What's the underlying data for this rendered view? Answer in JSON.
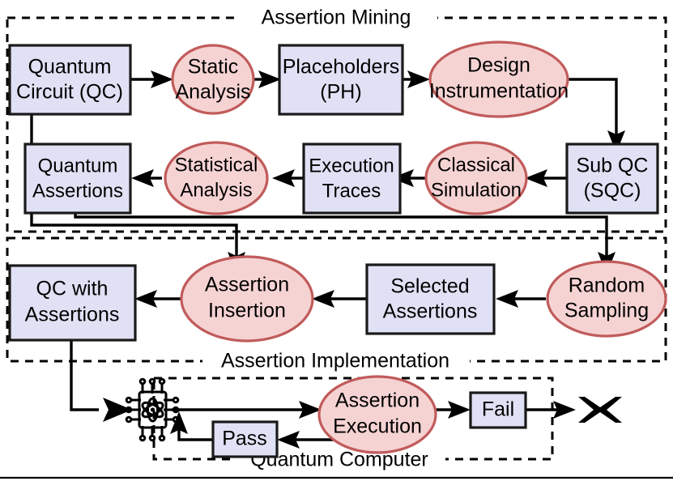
{
  "diagram": {
    "title": "Assertion Mining and Implementation Flow",
    "colors": {
      "box_fill": "#e1e1f5",
      "box_stroke": "#1a1a1a",
      "ellipse_fill": "#f6d3d3",
      "ellipse_stroke": "#c15b5b",
      "edge": "#000000",
      "background": "#ffffff"
    },
    "groups": [
      {
        "id": "assertion-mining",
        "label": "Assertion Mining",
        "label_position": "top-center"
      },
      {
        "id": "assertion-implementation",
        "label": "Assertion Implementation",
        "label_position": "bottom-center"
      },
      {
        "id": "quantum-computer",
        "label": "Quantum Computer",
        "label_position": "bottom-center"
      }
    ],
    "nodes": {
      "quantum_circuit": {
        "label_line1": "Quantum",
        "label_line2": "Circuit (QC)",
        "shape": "box",
        "group": "assertion-mining"
      },
      "static_analysis": {
        "label_line1": "Static",
        "label_line2": "Analysis",
        "shape": "ellipse",
        "group": "assertion-mining"
      },
      "placeholders": {
        "label_line1": "Placeholders",
        "label_line2": "(PH)",
        "shape": "box",
        "group": "assertion-mining"
      },
      "design_instrumentation": {
        "label_line1": "Design",
        "label_line2": "Instrumentation",
        "shape": "ellipse",
        "group": "assertion-mining"
      },
      "sub_qc": {
        "label_line1": "Sub QC",
        "label_line2": "(SQC)",
        "shape": "box",
        "group": "assertion-mining"
      },
      "classical_simulation": {
        "label_line1": "Classical",
        "label_line2": "Simulation",
        "shape": "ellipse",
        "group": "assertion-mining"
      },
      "execution_traces": {
        "label_line1": "Execution",
        "label_line2": "Traces",
        "shape": "box",
        "group": "assertion-mining"
      },
      "statistical_analysis": {
        "label_line1": "Statistical",
        "label_line2": "Analysis",
        "shape": "ellipse",
        "group": "assertion-mining"
      },
      "quantum_assertions": {
        "label_line1": "Quantum",
        "label_line2": "Assertions",
        "shape": "box",
        "group": "assertion-mining"
      },
      "random_sampling": {
        "label_line1": "Random",
        "label_line2": "Sampling",
        "shape": "ellipse",
        "group": "assertion-implementation"
      },
      "selected_assertions": {
        "label_line1": "Selected",
        "label_line2": "Assertions",
        "shape": "box",
        "group": "assertion-implementation"
      },
      "assertion_insertion": {
        "label_line1": "Assertion",
        "label_line2": "Insertion",
        "shape": "ellipse",
        "group": "assertion-implementation"
      },
      "qc_with_assertions": {
        "label_line1": "QC with",
        "label_line2": "Assertions",
        "shape": "box",
        "group": "assertion-implementation"
      },
      "quantum_chip": {
        "label_line1": "",
        "label_line2": "",
        "shape": "icon",
        "icon": "quantum-chip-icon",
        "group": "quantum-computer"
      },
      "assertion_execution": {
        "label_line1": "Assertion",
        "label_line2": "Execution",
        "shape": "ellipse",
        "group": "quantum-computer"
      },
      "pass": {
        "label_line1": "Pass",
        "label_line2": "",
        "shape": "box",
        "group": "quantum-computer"
      },
      "fail": {
        "label_line1": "Fail",
        "label_line2": "",
        "shape": "box",
        "group": "quantum-computer"
      },
      "terminator": {
        "label_line1": "",
        "label_line2": "",
        "shape": "icon",
        "icon": "cross-terminator-icon",
        "group": "none"
      }
    },
    "edges": [
      {
        "from": "quantum_circuit",
        "to": "static_analysis"
      },
      {
        "from": "static_analysis",
        "to": "placeholders"
      },
      {
        "from": "placeholders",
        "to": "design_instrumentation"
      },
      {
        "from": "design_instrumentation",
        "to": "sub_qc"
      },
      {
        "from": "sub_qc",
        "to": "classical_simulation"
      },
      {
        "from": "classical_simulation",
        "to": "execution_traces"
      },
      {
        "from": "execution_traces",
        "to": "statistical_analysis"
      },
      {
        "from": "statistical_analysis",
        "to": "quantum_assertions"
      },
      {
        "from": "quantum_circuit",
        "to": "assertion_insertion"
      },
      {
        "from": "quantum_assertions",
        "to": "random_sampling"
      },
      {
        "from": "random_sampling",
        "to": "selected_assertions"
      },
      {
        "from": "selected_assertions",
        "to": "assertion_insertion"
      },
      {
        "from": "assertion_insertion",
        "to": "qc_with_assertions"
      },
      {
        "from": "qc_with_assertions",
        "to": "quantum_chip"
      },
      {
        "from": "quantum_chip",
        "to": "assertion_execution"
      },
      {
        "from": "assertion_execution",
        "to": "fail"
      },
      {
        "from": "assertion_execution",
        "to": "pass"
      },
      {
        "from": "pass",
        "to": "quantum_chip"
      },
      {
        "from": "fail",
        "to": "terminator"
      }
    ]
  }
}
